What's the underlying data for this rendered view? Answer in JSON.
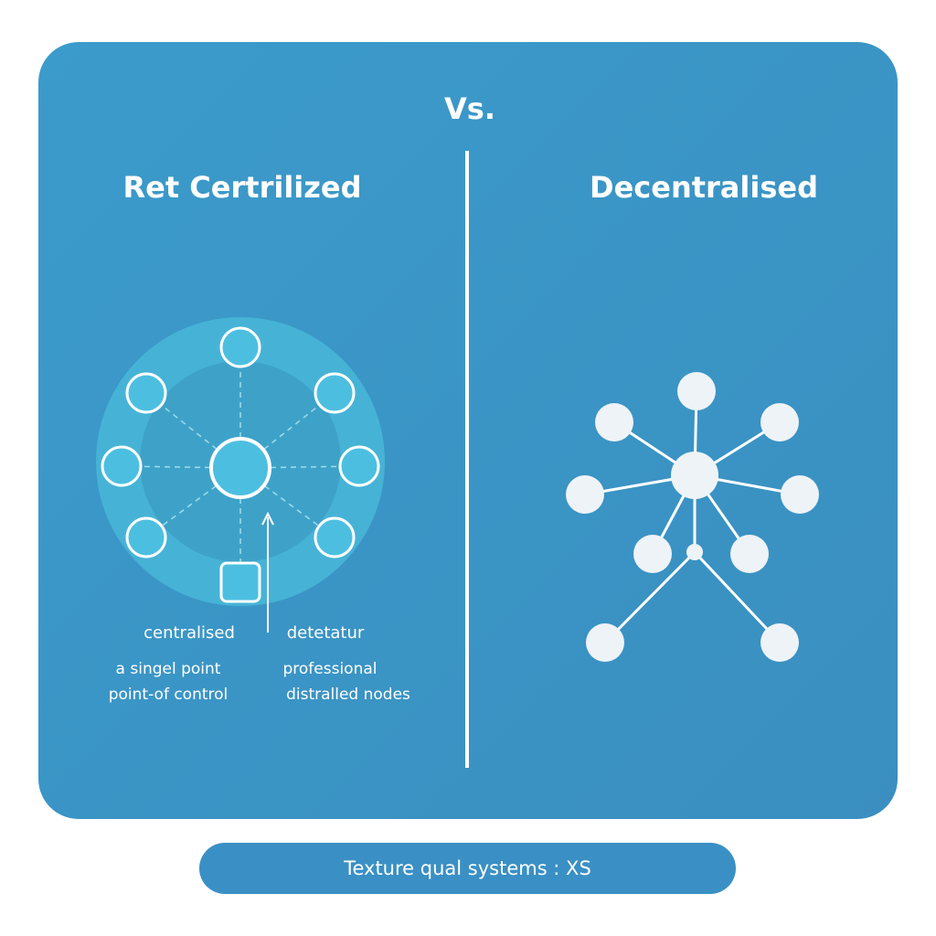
{
  "vs_label": "Vs.",
  "left": {
    "title": "Ret Certrilized",
    "label_a": "centralised",
    "desc_a": [
      "a singel point",
      "point-of control"
    ],
    "label_b": "detetatur",
    "desc_b": [
      "professional",
      "distralled nodes"
    ]
  },
  "right": {
    "title": "Decentralised"
  },
  "footer": "Texture qual systems : XS",
  "colors": {
    "panel": "#3b96c7",
    "ring_outer": "#45b3d6",
    "ring_inner": "#3fa5c9",
    "node_fill": "#4cbfe0"
  }
}
